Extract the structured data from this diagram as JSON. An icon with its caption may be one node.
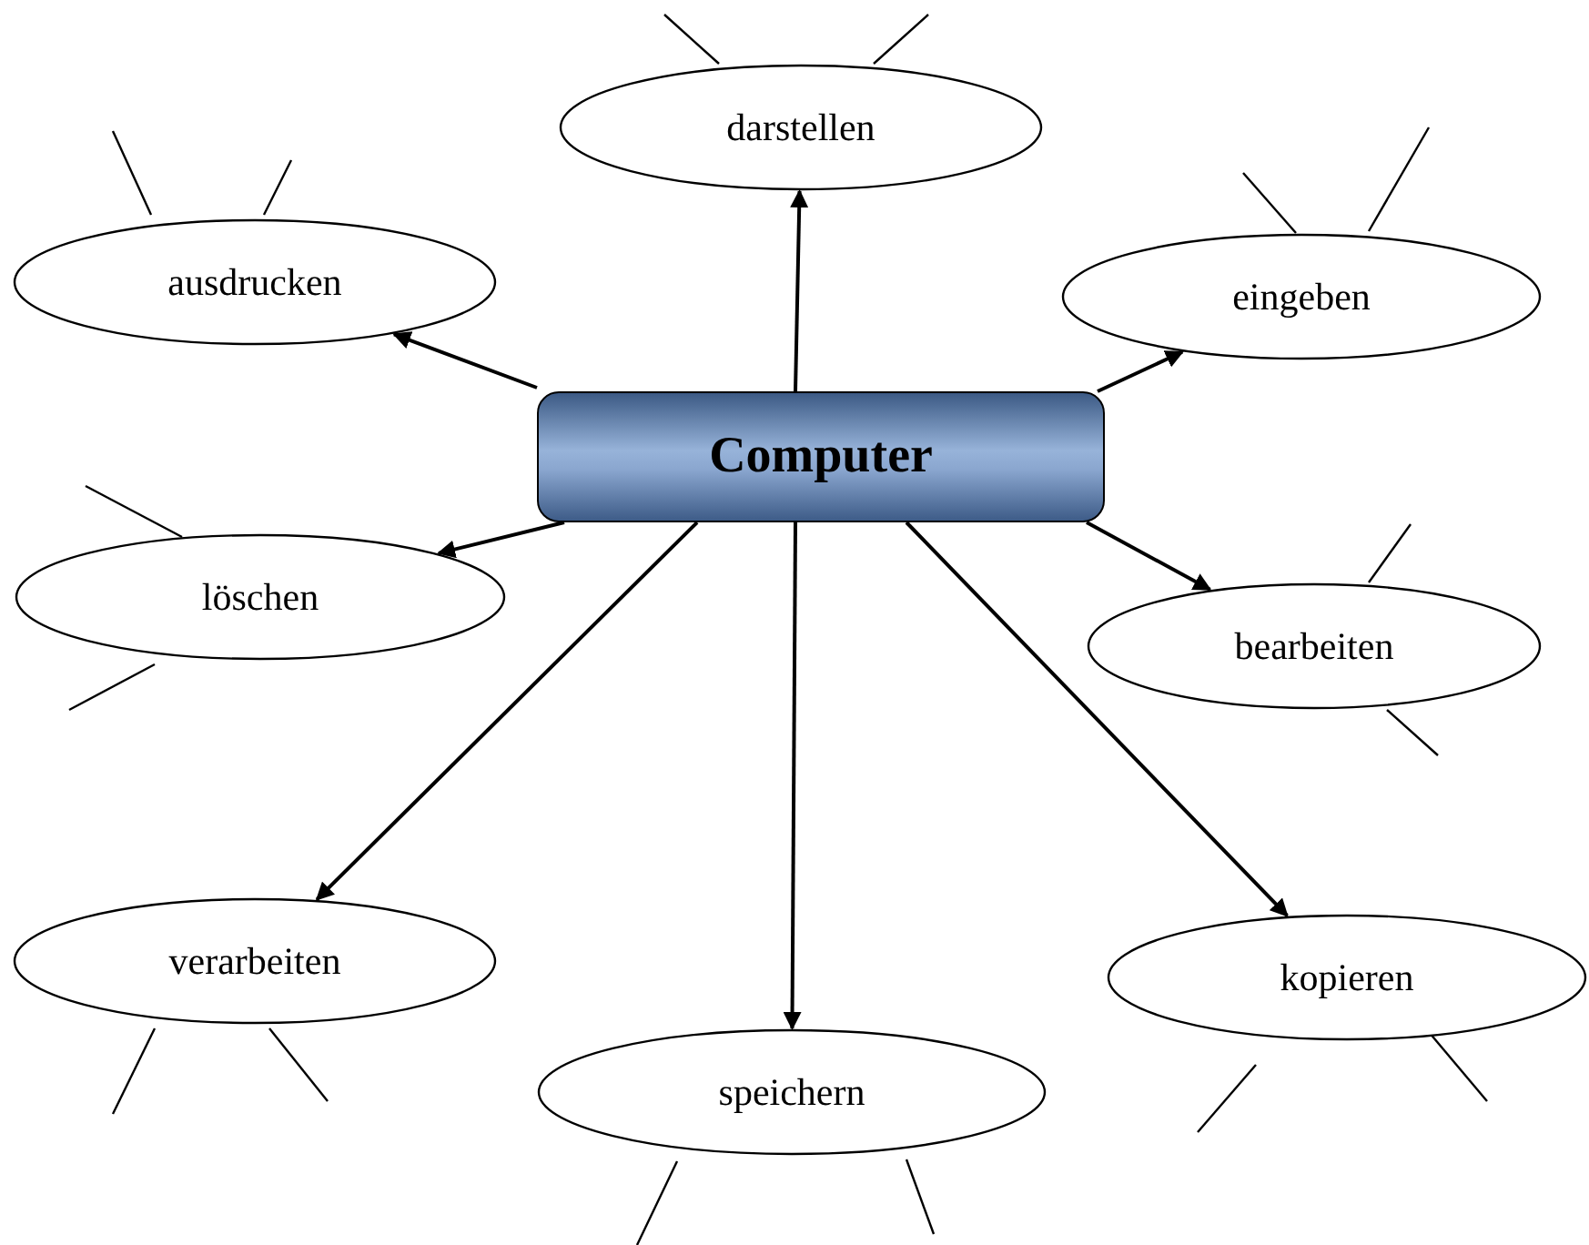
{
  "diagram": {
    "nodes": [
      {
        "text": [
          "darstellen"
        ]
      },
      {
        "text": [
          "ausdrucken"
        ]
      },
      {
        "text": [
          "eingeben"
        ]
      },
      {
        "text": [
          "Computer"
        ]
      },
      {
        "text": [
          "löschen"
        ]
      },
      {
        "text": [
          "bearbeiten"
        ]
      },
      {
        "text": [
          "verarbeiten"
        ]
      },
      {
        "text": [
          "kopieren"
        ]
      },
      {
        "text": [
          "speichern"
        ]
      }
    ],
    "edges": [
      {
        "from": 3,
        "to": 0,
        "arrow": "to"
      },
      {
        "from": 3,
        "to": 1,
        "arrow": "to"
      },
      {
        "from": 3,
        "to": 2,
        "arrow": "to"
      },
      {
        "from": 3,
        "to": 4,
        "arrow": "to"
      },
      {
        "from": 3,
        "to": 5,
        "arrow": "to"
      },
      {
        "from": 3,
        "to": 6,
        "arrow": "to"
      },
      {
        "from": 3,
        "to": 7,
        "arrow": "to"
      },
      {
        "from": 3,
        "to": 8,
        "arrow": "to"
      }
    ]
  }
}
